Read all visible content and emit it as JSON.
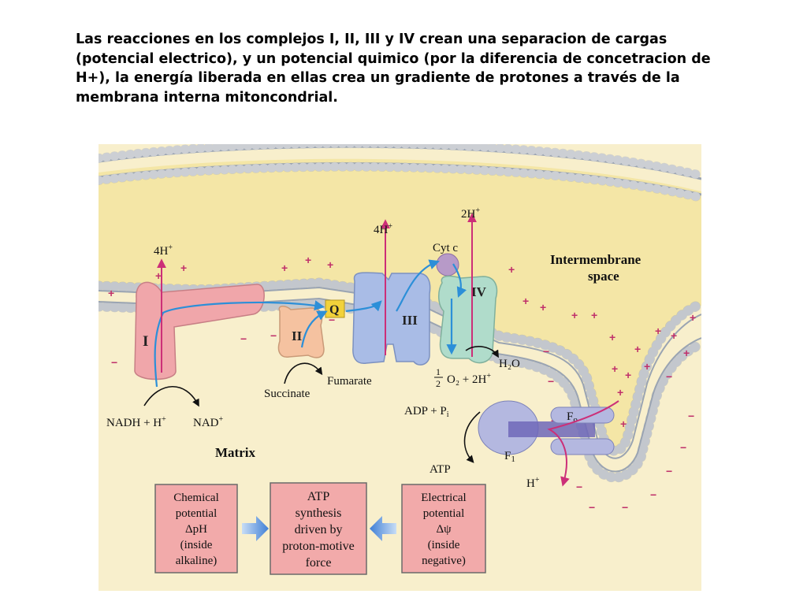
{
  "caption": "Las reacciones en los complejos I, II, III y IV crean una separacion de cargas (potencial electrico), y un potencial quimico (por la diferencia de concetracion de H+),  la energía liberada en ellas crea un gradiente de protones a través de la membrana interna mitoncondrial.",
  "labels": {
    "complex_i": "I",
    "complex_ii": "II",
    "complex_iii": "III",
    "complex_iv": "IV",
    "q": "Q",
    "cyt_c": "Cyt c",
    "h4_a": "4H",
    "h4_b": "4H",
    "h2": "2H",
    "h_out": "H",
    "plus_sup": "+",
    "intermembrane_line1": "Intermembrane",
    "intermembrane_line2": "space",
    "matrix": "Matrix",
    "nadh": "NADH + H",
    "nad": "NAD",
    "succinate": "Succinate",
    "fumarate": "Fumarate",
    "h2o": "H₂O",
    "o2_reaction": "O₂ + 2H",
    "half_num": "1",
    "half_den": "2",
    "adp": "ADP + P",
    "adp_sub": "i",
    "atp": "ATP",
    "fo": "F",
    "fo_sub": "o",
    "f1": "F",
    "f1_sub": "1"
  },
  "boxes": {
    "chemical": [
      "Chemical",
      "potential",
      "ΔpH",
      "(inside",
      "alkaline)"
    ],
    "atp": [
      "ATP",
      "synthesis",
      "driven by",
      "proton-motive",
      "force"
    ],
    "electrical": [
      "Electrical",
      "potential",
      "Δψ",
      "(inside",
      "negative)"
    ]
  },
  "colors": {
    "matrix_bg": "#f8efcc",
    "intermembrane_bg": "#f4e6a6",
    "membrane_head": "#e6e6e6",
    "complex_i": "#f0a6aa",
    "complex_ii": "#f5c2a0",
    "complex_iii": "#a9bce6",
    "complex_iv": "#b0dccb",
    "cyt_c": "#b79ac8",
    "q": "#f2d23a",
    "atp_synthase": "#b4b8e0",
    "proton_arrow": "#cc2f78",
    "electron_arrow": "#2c8fd8",
    "box_fill": "#f2aaaa",
    "box_arrow": "#4a86d8"
  }
}
